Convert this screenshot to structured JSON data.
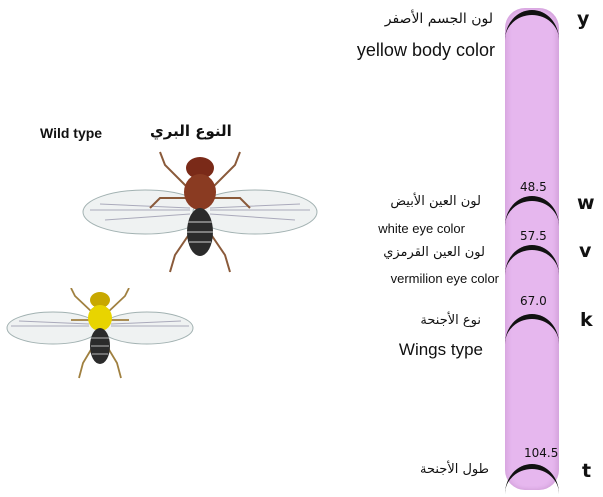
{
  "header": {
    "wild_type_en": "Wild type",
    "wild_type_ar": "النوع البري"
  },
  "genes": [
    {
      "symbol": "y",
      "position": "",
      "label_ar": "لون الجسم الأصفر",
      "label_en": "yellow body color"
    },
    {
      "symbol": "w",
      "position": "48.5",
      "label_ar": "لون العين الأبيض",
      "label_en": "white eye color"
    },
    {
      "symbol": "v",
      "position": "57.5",
      "label_ar": "لون العين القرمزي",
      "label_en": "vermilion eye color"
    },
    {
      "symbol": "k",
      "position": "67.0",
      "label_ar": "نوع الأجنحة",
      "label_en": "Wings type"
    },
    {
      "symbol": "t",
      "position": "104.5",
      "label_ar": "طول الأجنحة",
      "label_en": ""
    }
  ],
  "colors": {
    "chromosome": "#e6b7ee",
    "band": "#111111",
    "wild_body": "#8a3b22",
    "mutant_body": "#e8d400"
  }
}
